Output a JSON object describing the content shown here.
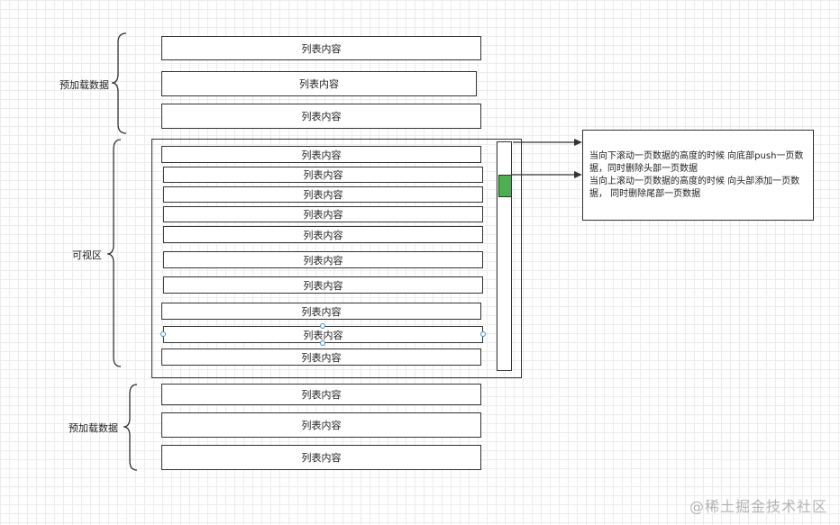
{
  "groups": {
    "top_label": "预加载数据",
    "middle_label": "可视区",
    "bottom_label": "预加载数据"
  },
  "list_item_text": "列表内容",
  "top_items": [
    "列表内容",
    "列表内容",
    "列表内容"
  ],
  "visible_items": [
    "列表内容",
    "列表内容",
    "列表内容",
    "列表内容",
    "列表内容",
    "列表内容",
    "列表内容",
    "列表内容",
    "列表内容",
    "列表内容"
  ],
  "bottom_items": [
    "列表内容",
    "列表内容",
    "列表内容"
  ],
  "note": {
    "line1": "当向下滚动一页数据的高度的时候 向底部push一页数据，同时删除头部一页数据",
    "line2": "当向上滚动一页数据的高度的时候 向头部添加一页数据， 同时删除尾部一页数据"
  },
  "colors": {
    "scroll_thumb": "#4caf50",
    "stroke": "#333333",
    "selection_handle": "#3b8fd6"
  },
  "watermark": "@稀土掘金技术社区"
}
